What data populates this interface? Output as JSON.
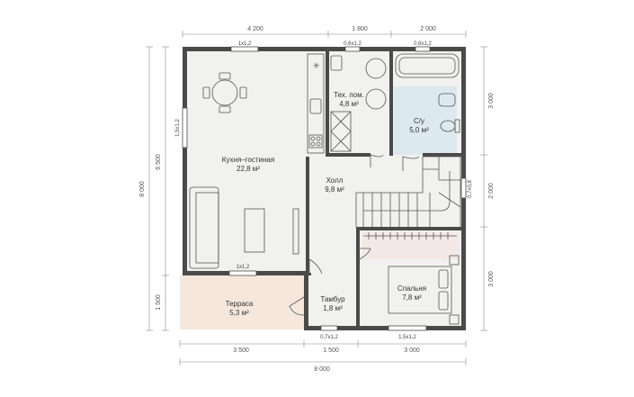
{
  "dimensions": {
    "top": [
      "4 200",
      "1 800",
      "2 000"
    ],
    "bottom_inner": [
      "3 500",
      "1 500",
      "3 000"
    ],
    "bottom_total": "8 000",
    "left_total": "8 000",
    "left_upper": "6 500",
    "left_lower": "1 500",
    "right": [
      "3 000",
      "2 000",
      "3 000"
    ]
  },
  "windows": {
    "top_1": "1x1,2",
    "top_2": "0,6x1,2",
    "top_3": "0,6x1,2",
    "left": "1,5x1,2",
    "right": "0,7x0,8",
    "living_bottom": "1x1,2",
    "bottom_1": "0,7x1,2",
    "bottom_2": "1,5x1,2"
  },
  "rooms": [
    {
      "id": "kitchen",
      "name": "Кухня–гостиная",
      "area": "22,8 м²"
    },
    {
      "id": "tech",
      "name": "Тех. пом.",
      "area": "4,8 м²"
    },
    {
      "id": "bath",
      "name": "С/у",
      "area": "5,0 м²"
    },
    {
      "id": "hall",
      "name": "Холл",
      "area": "9,8 м²"
    },
    {
      "id": "bedroom",
      "name": "Спальня",
      "area": "7,8 м²"
    },
    {
      "id": "tambur",
      "name": "Тамбур",
      "area": "1,8 м²"
    },
    {
      "id": "terrace",
      "name": "Терраса",
      "area": "5,3 м²"
    }
  ],
  "colors": {
    "wall": "#4a4a4a",
    "floor": "#f1f1ef",
    "bath_floor": "#dde9f1",
    "terrace": "#f6e7dc",
    "bedroom_floor": "#f5e8e8"
  }
}
